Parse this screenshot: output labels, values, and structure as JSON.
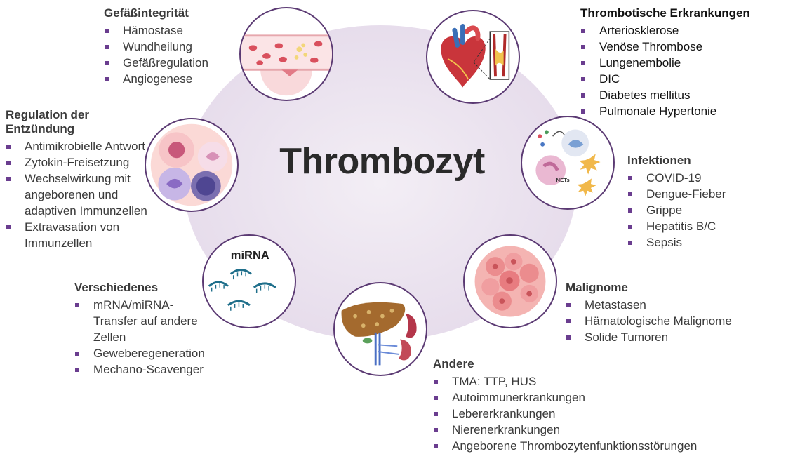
{
  "title": "Thrombozyt",
  "sections": {
    "vascular": {
      "heading": "Gefäßintegrität",
      "items": [
        "Hämostase",
        "Wundheilung",
        "Gefäßregulation",
        "Angiogenese"
      ]
    },
    "thrombotic": {
      "heading": "Thrombotische Erkrankungen",
      "items": [
        "Arteriosklerose",
        "Venöse Thrombose",
        "Lungenembolie",
        "DIC",
        "Diabetes mellitus",
        "Pulmonale Hypertonie"
      ]
    },
    "inflammation": {
      "heading": "Regulation der Entzündung",
      "items": [
        "Antimikrobielle Antwort",
        "Zytokin-Freisetzung",
        "Wechselwirkung mit angeborenen und adaptiven Immunzellen",
        "Extravasation von Immunzellen"
      ]
    },
    "infections": {
      "heading": "Infektionen",
      "items": [
        "COVID-19",
        "Dengue-Fieber",
        "Grippe",
        "Hepatitis B/C",
        "Sepsis"
      ]
    },
    "misc": {
      "heading": "Verschiedenes",
      "items": [
        "mRNA/miRNA-Transfer auf andere Zellen",
        "Geweberegeneration",
        "Mechano-Scavenger"
      ]
    },
    "malignancies": {
      "heading": "Malignome",
      "items": [
        "Metastasen",
        "Hämatologische Malignome",
        "Solide Tumoren"
      ]
    },
    "other": {
      "heading": "Andere",
      "items": [
        "TMA: TTP, HUS",
        "Autoimmunerkrankungen",
        "Lebererkrankungen",
        "Nierenerkrankungen",
        "Angeborene Thrombozytenfunktionsstörungen"
      ]
    }
  },
  "illustrations": {
    "mirna_label": "miRNA",
    "nets_label": "NETs"
  },
  "colors": {
    "bullet": "#6a3d8f",
    "circle_border": "#5b3a73",
    "oval": "#e8dfed"
  }
}
